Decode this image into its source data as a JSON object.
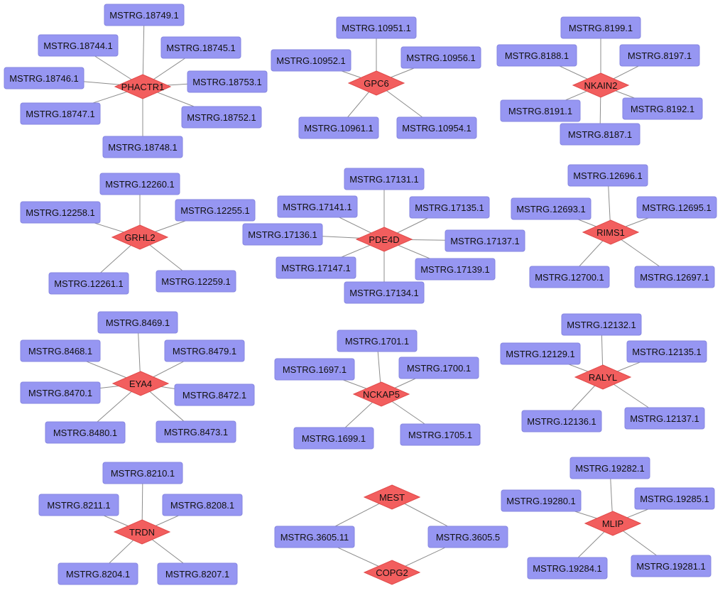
{
  "colors": {
    "gene_fill": "#f25e5e",
    "transcript_fill": "#9696f2",
    "edge": "#8c8c8c",
    "background": "#ffffff"
  },
  "genes": [
    {
      "id": "PHACTR1",
      "label": "PHACTR1"
    },
    {
      "id": "GPC6",
      "label": "GPC6"
    },
    {
      "id": "NKAIN2",
      "label": "NKAIN2"
    },
    {
      "id": "GRHL2",
      "label": "GRHL2"
    },
    {
      "id": "PDE4D",
      "label": "PDE4D"
    },
    {
      "id": "RIMS1",
      "label": "RIMS1"
    },
    {
      "id": "EYA4",
      "label": "EYA4"
    },
    {
      "id": "NCKAP5",
      "label": "NCKAP5"
    },
    {
      "id": "RALYL",
      "label": "RALYL"
    },
    {
      "id": "TRDN",
      "label": "TRDN"
    },
    {
      "id": "MEST",
      "label": "MEST"
    },
    {
      "id": "COPG2",
      "label": "COPG2"
    },
    {
      "id": "MLIP",
      "label": "MLIP"
    }
  ],
  "transcripts": [
    {
      "id": "t1",
      "label": "MSTRG.18749.1",
      "genes": [
        "PHACTR1"
      ]
    },
    {
      "id": "t2",
      "label": "MSTRG.18744.1",
      "genes": [
        "PHACTR1"
      ]
    },
    {
      "id": "t3",
      "label": "MSTRG.18745.1",
      "genes": [
        "PHACTR1"
      ]
    },
    {
      "id": "t4",
      "label": "MSTRG.18746.1",
      "genes": [
        "PHACTR1"
      ]
    },
    {
      "id": "t5",
      "label": "MSTRG.18753.1",
      "genes": [
        "PHACTR1"
      ]
    },
    {
      "id": "t6",
      "label": "MSTRG.18747.1",
      "genes": [
        "PHACTR1"
      ]
    },
    {
      "id": "t7",
      "label": "MSTRG.18752.1",
      "genes": [
        "PHACTR1"
      ]
    },
    {
      "id": "t8",
      "label": "MSTRG.18748.1",
      "genes": [
        "PHACTR1"
      ]
    },
    {
      "id": "t9",
      "label": "MSTRG.10951.1",
      "genes": [
        "GPC6"
      ]
    },
    {
      "id": "t10",
      "label": "MSTRG.10952.1",
      "genes": [
        "GPC6"
      ]
    },
    {
      "id": "t11",
      "label": "MSTRG.10956.1",
      "genes": [
        "GPC6"
      ]
    },
    {
      "id": "t12",
      "label": "MSTRG.10961.1",
      "genes": [
        "GPC6"
      ]
    },
    {
      "id": "t13",
      "label": "MSTRG.10954.1",
      "genes": [
        "GPC6"
      ]
    },
    {
      "id": "t14",
      "label": "MSTRG.8199.1",
      "genes": [
        "NKAIN2"
      ]
    },
    {
      "id": "t15",
      "label": "MSTRG.8188.1",
      "genes": [
        "NKAIN2"
      ]
    },
    {
      "id": "t16",
      "label": "MSTRG.8197.1",
      "genes": [
        "NKAIN2"
      ]
    },
    {
      "id": "t17",
      "label": "MSTRG.8191.1",
      "genes": [
        "NKAIN2"
      ]
    },
    {
      "id": "t18",
      "label": "MSTRG.8192.1",
      "genes": [
        "NKAIN2"
      ]
    },
    {
      "id": "t19",
      "label": "MSTRG.8187.1",
      "genes": [
        "NKAIN2"
      ]
    },
    {
      "id": "t20",
      "label": "MSTRG.12260.1",
      "genes": [
        "GRHL2"
      ]
    },
    {
      "id": "t21",
      "label": "MSTRG.12258.1",
      "genes": [
        "GRHL2"
      ]
    },
    {
      "id": "t22",
      "label": "MSTRG.12255.1",
      "genes": [
        "GRHL2"
      ]
    },
    {
      "id": "t23",
      "label": "MSTRG.12261.1",
      "genes": [
        "GRHL2"
      ]
    },
    {
      "id": "t24",
      "label": "MSTRG.12259.1",
      "genes": [
        "GRHL2"
      ]
    },
    {
      "id": "t25",
      "label": "MSTRG.17131.1",
      "genes": [
        "PDE4D"
      ]
    },
    {
      "id": "t26",
      "label": "MSTRG.17141.1",
      "genes": [
        "PDE4D"
      ]
    },
    {
      "id": "t27",
      "label": "MSTRG.17135.1",
      "genes": [
        "PDE4D"
      ]
    },
    {
      "id": "t28",
      "label": "MSTRG.17136.1",
      "genes": [
        "PDE4D"
      ]
    },
    {
      "id": "t29",
      "label": "MSTRG.17137.1",
      "genes": [
        "PDE4D"
      ]
    },
    {
      "id": "t30",
      "label": "MSTRG.17147.1",
      "genes": [
        "PDE4D"
      ]
    },
    {
      "id": "t31",
      "label": "MSTRG.17139.1",
      "genes": [
        "PDE4D"
      ]
    },
    {
      "id": "t32",
      "label": "MSTRG.17134.1",
      "genes": [
        "PDE4D"
      ]
    },
    {
      "id": "t33",
      "label": "MSTRG.12696.1",
      "genes": [
        "RIMS1"
      ]
    },
    {
      "id": "t34",
      "label": "MSTRG.12693.1",
      "genes": [
        "RIMS1"
      ]
    },
    {
      "id": "t35",
      "label": "MSTRG.12695.1",
      "genes": [
        "RIMS1"
      ]
    },
    {
      "id": "t36",
      "label": "MSTRG.12700.1",
      "genes": [
        "RIMS1"
      ]
    },
    {
      "id": "t37",
      "label": "MSTRG.12697.1",
      "genes": [
        "RIMS1"
      ]
    },
    {
      "id": "t38",
      "label": "MSTRG.8469.1",
      "genes": [
        "EYA4"
      ]
    },
    {
      "id": "t39",
      "label": "MSTRG.8468.1",
      "genes": [
        "EYA4"
      ]
    },
    {
      "id": "t40",
      "label": "MSTRG.8479.1",
      "genes": [
        "EYA4"
      ]
    },
    {
      "id": "t41",
      "label": "MSTRG.8470.1",
      "genes": [
        "EYA4"
      ]
    },
    {
      "id": "t42",
      "label": "MSTRG.8472.1",
      "genes": [
        "EYA4"
      ]
    },
    {
      "id": "t43",
      "label": "MSTRG.8480.1",
      "genes": [
        "EYA4"
      ]
    },
    {
      "id": "t44",
      "label": "MSTRG.8473.1",
      "genes": [
        "EYA4"
      ]
    },
    {
      "id": "t45",
      "label": "MSTRG.1701.1",
      "genes": [
        "NCKAP5"
      ]
    },
    {
      "id": "t46",
      "label": "MSTRG.1697.1",
      "genes": [
        "NCKAP5"
      ]
    },
    {
      "id": "t47",
      "label": "MSTRG.1700.1",
      "genes": [
        "NCKAP5"
      ]
    },
    {
      "id": "t48",
      "label": "MSTRG.1699.1",
      "genes": [
        "NCKAP5"
      ]
    },
    {
      "id": "t49",
      "label": "MSTRG.1705.1",
      "genes": [
        "NCKAP5"
      ]
    },
    {
      "id": "t50",
      "label": "MSTRG.12132.1",
      "genes": [
        "RALYL"
      ]
    },
    {
      "id": "t51",
      "label": "MSTRG.12129.1",
      "genes": [
        "RALYL"
      ]
    },
    {
      "id": "t52",
      "label": "MSTRG.12135.1",
      "genes": [
        "RALYL"
      ]
    },
    {
      "id": "t53",
      "label": "MSTRG.12136.1",
      "genes": [
        "RALYL"
      ]
    },
    {
      "id": "t54",
      "label": "MSTRG.12137.1",
      "genes": [
        "RALYL"
      ]
    },
    {
      "id": "t55",
      "label": "MSTRG.8210.1",
      "genes": [
        "TRDN"
      ]
    },
    {
      "id": "t56",
      "label": "MSTRG.8211.1",
      "genes": [
        "TRDN"
      ]
    },
    {
      "id": "t57",
      "label": "MSTRG.8208.1",
      "genes": [
        "TRDN"
      ]
    },
    {
      "id": "t58",
      "label": "MSTRG.8204.1",
      "genes": [
        "TRDN"
      ]
    },
    {
      "id": "t59",
      "label": "MSTRG.8207.1",
      "genes": [
        "TRDN"
      ]
    },
    {
      "id": "t60",
      "label": "MSTRG.3605.11",
      "genes": [
        "MEST",
        "COPG2"
      ]
    },
    {
      "id": "t61",
      "label": "MSTRG.3605.5",
      "genes": [
        "MEST",
        "COPG2"
      ]
    },
    {
      "id": "t62",
      "label": "MSTRG.19282.1",
      "genes": [
        "MLIP"
      ]
    },
    {
      "id": "t63",
      "label": "MSTRG.19280.1",
      "genes": [
        "MLIP"
      ]
    },
    {
      "id": "t64",
      "label": "MSTRG.19285.1",
      "genes": [
        "MLIP"
      ]
    },
    {
      "id": "t65",
      "label": "MSTRG.19284.1",
      "genes": [
        "MLIP"
      ]
    },
    {
      "id": "t66",
      "label": "MSTRG.19281.1",
      "genes": [
        "MLIP"
      ]
    }
  ]
}
